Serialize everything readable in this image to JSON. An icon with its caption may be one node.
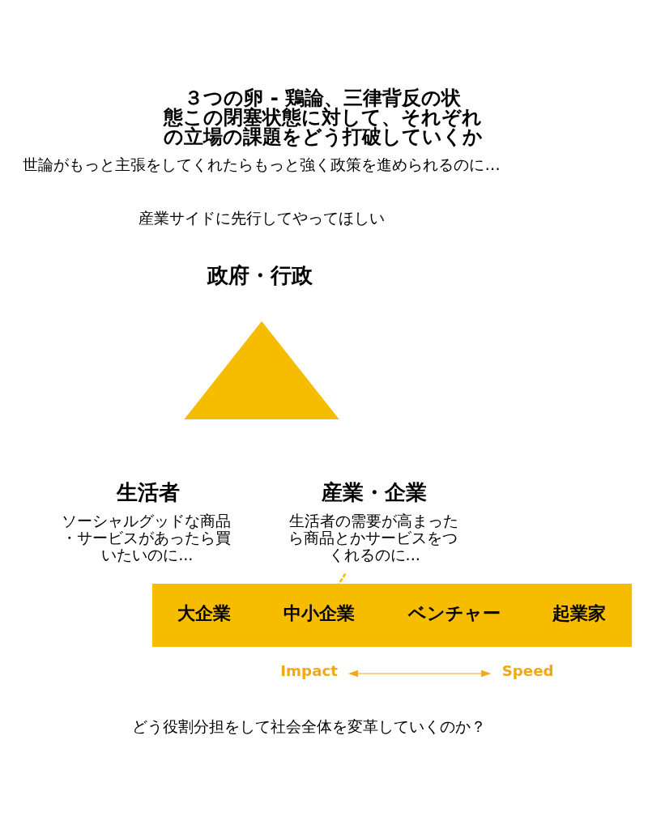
{
  "diagram": {
    "title": "３つの卵 - 鶏論、三律背反の状態この閉塞状態に対して、それぞれの立場の課題をどう打破していくか",
    "nodes": [
      {
        "text": [
          "政府・行政"
        ],
        "beside": [
          "世論がもっと主張をしてくれたらもっと強く政策を進められるのに…",
          "産業サイドに先行してやってほしい"
        ]
      },
      {
        "text": [],
        "shape": "triangle"
      },
      {
        "text": [
          "生活者",
          "ソーシャルグッドな商品・サービスがあったら買いたいのに..."
        ]
      },
      {
        "text": [
          "産業・企業",
          "生活者の需要が高まったら商品とかサービスをつくれるのに..."
        ]
      },
      {
        "text": [],
        "shape": "bar"
      },
      {
        "text": [
          "大企業"
        ],
        "in": 4
      },
      {
        "text": [
          "中小企業"
        ],
        "in": 4
      },
      {
        "text": [
          "ベンチャー"
        ],
        "in": 4
      },
      {
        "text": [
          "起業家"
        ],
        "in": 4
      },
      {
        "text": [
          "Impact"
        ]
      },
      {
        "text": [
          "Speed"
        ]
      }
    ],
    "edges": [
      {
        "from": 3,
        "to": 4,
        "arrow": "none",
        "style": "dashed",
        "color": "#f5bc00"
      },
      {
        "from": 9,
        "to": 10,
        "arrow": "both",
        "color": "#f0a818"
      }
    ],
    "labels": [
      "どう役割分担をして社会全体を変革していくのか？"
    ]
  }
}
